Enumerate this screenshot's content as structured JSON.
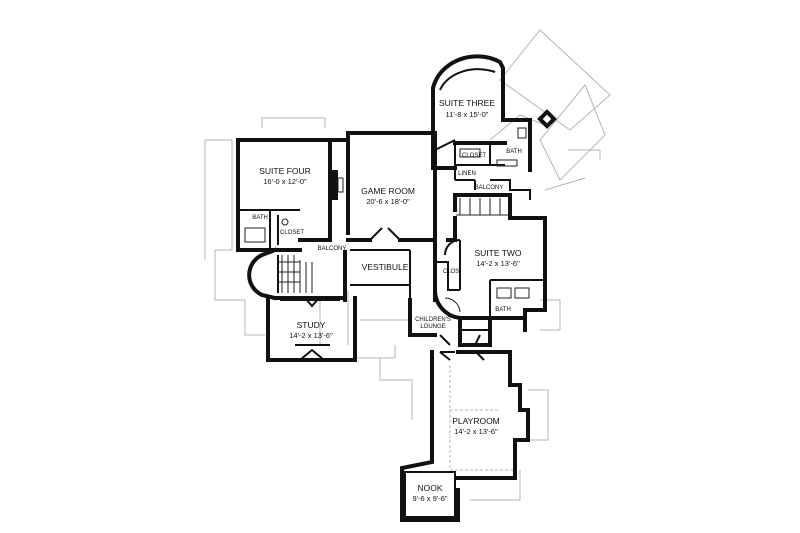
{
  "rooms": {
    "suite_three": {
      "name": "SUITE THREE",
      "dims": "11'-8 x 15'-0\""
    },
    "suite_four": {
      "name": "SUITE FOUR",
      "dims": "16'-0 x 12'-0\""
    },
    "game_room": {
      "name": "GAME ROOM",
      "dims": "20'-6 x 18'-0\""
    },
    "suite_two": {
      "name": "SUITE TWO",
      "dims": "14'-2 x 13'-6\""
    },
    "study": {
      "name": "STUDY",
      "dims": "14'-2 x 13'-6\""
    },
    "playroom": {
      "name": "PLAYROOM",
      "dims": "14'-2 x 13'-6\""
    },
    "nook": {
      "name": "NOOK",
      "dims": "9'-6 x 9'-6\""
    }
  },
  "labels": {
    "vestibule": "VESTIBULE",
    "balcony_left": "BALCONY",
    "balcony_right": "BALCONY",
    "closet_s3": "CLOSET",
    "bath_s3": "BATH",
    "linen": "LINEN",
    "bath_s4": "BATH",
    "closet_s4": "CLOSET",
    "clos_s2": "CLOS",
    "bath_s2": "BATH",
    "childrens_lounge_1": "CHILDREN'S",
    "childrens_lounge_2": "LOUNGE"
  }
}
